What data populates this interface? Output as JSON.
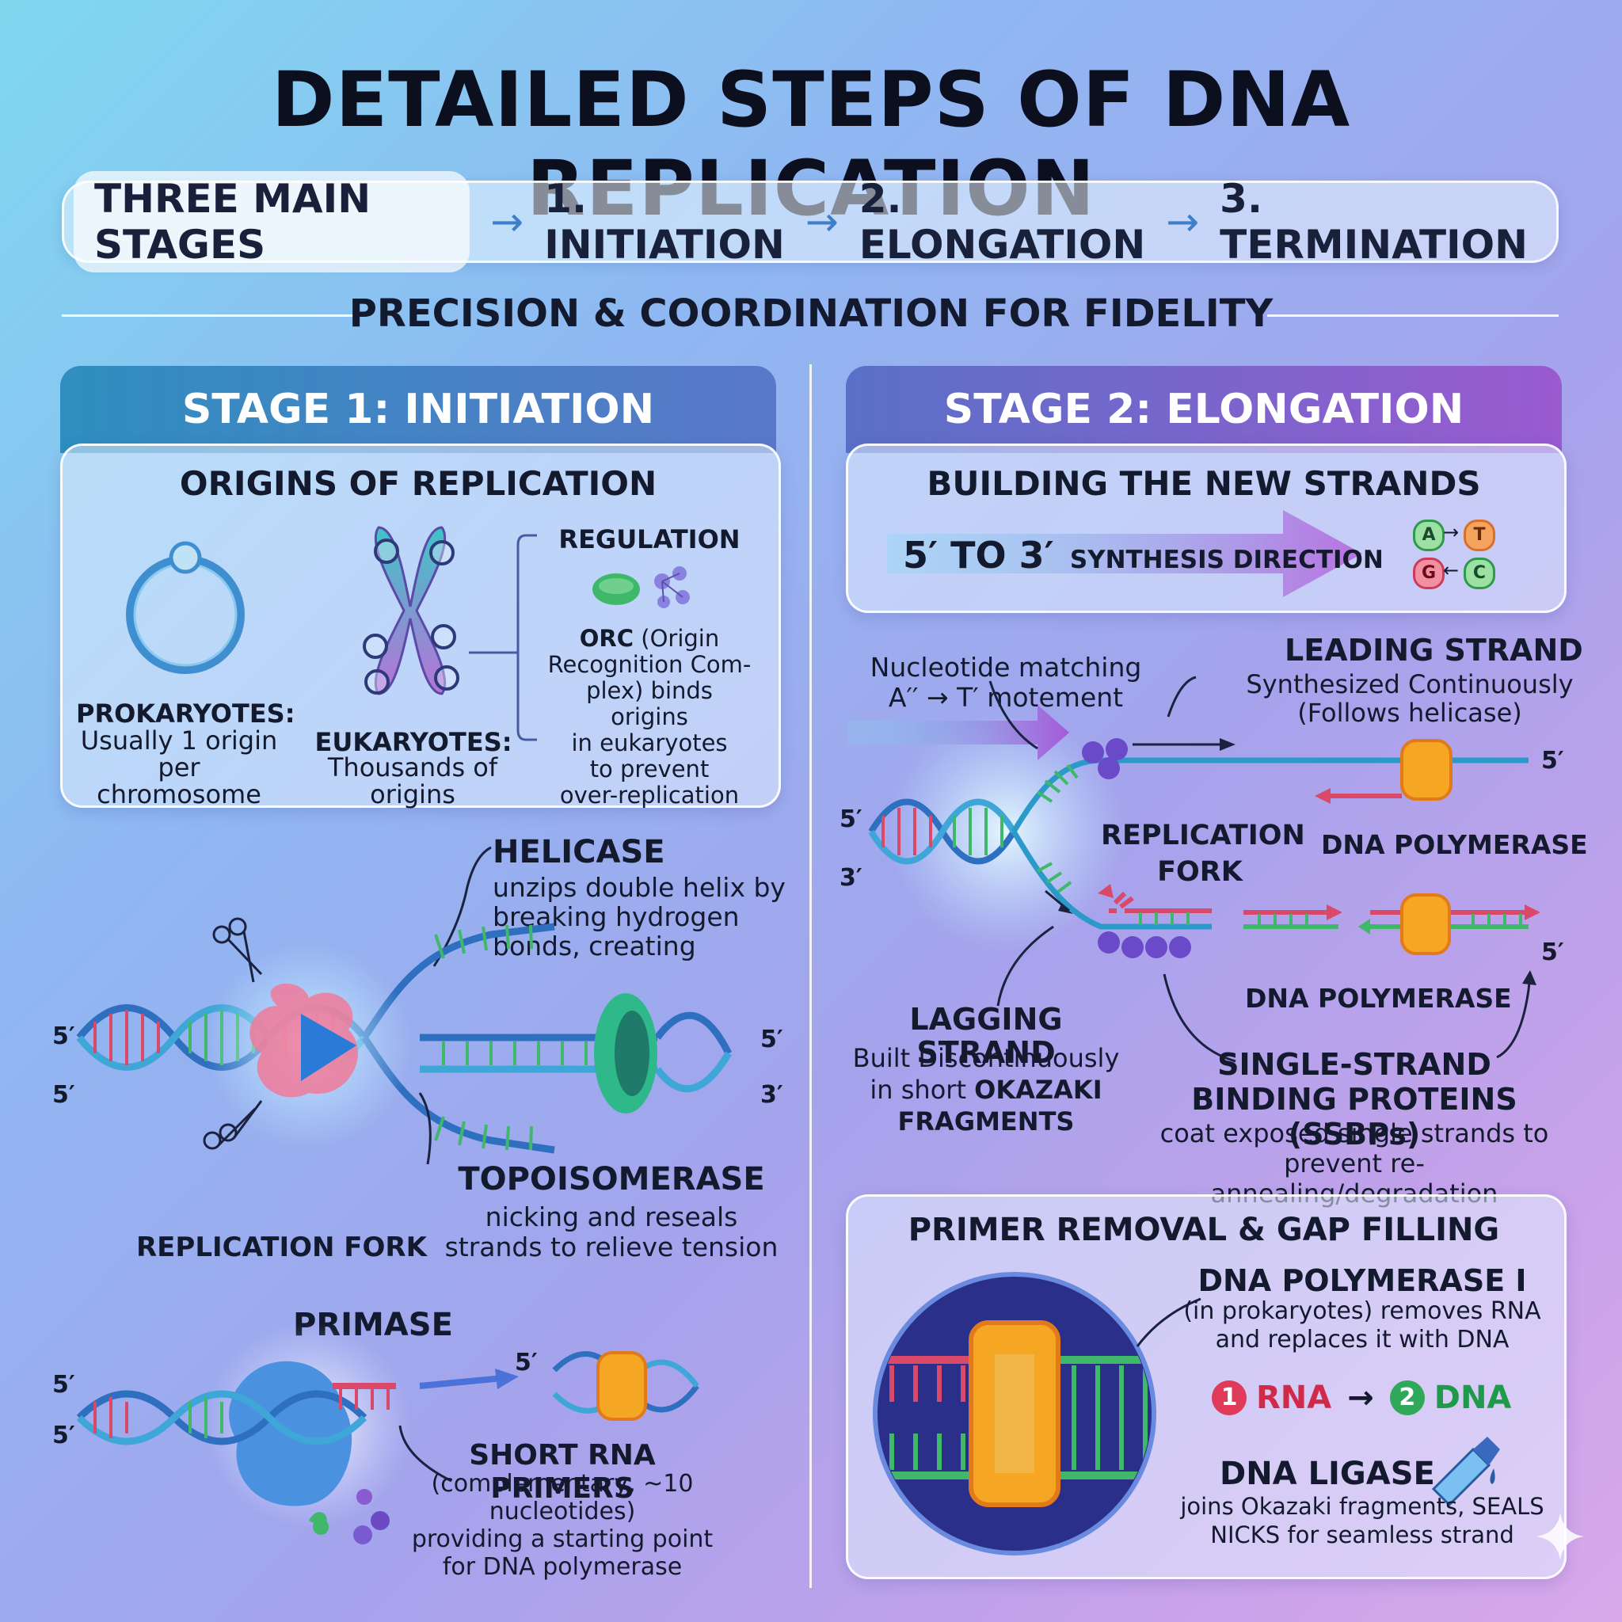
{
  "title": "DETAILED STEPS OF DNA REPLICATION",
  "stages_bar": {
    "intro": "THREE MAIN STAGES",
    "arrow": "→",
    "stage1": "1. INITIATION",
    "stage2": "2. ELONGATION",
    "stage3": "3. TERMINATION"
  },
  "subtitle": "PRECISION & COORDINATION FOR FIDELITY",
  "stage1": {
    "header": "STAGE 1: INITIATION",
    "origins": {
      "heading": "ORIGINS OF REPLICATION",
      "prokaryotes_title": "PROKARYOTES:",
      "prokaryotes_l1": "Usually 1 origin",
      "prokaryotes_l2": "per chromosome",
      "eukaryotes_title": "EUKARYOTES:",
      "eukaryotes_l1": "Thousands of origins",
      "regulation": "REGULATION",
      "orc_bold": "ORC",
      "orc_l1": "(Origin",
      "orc_l2": "Recognition Com-",
      "orc_l3": "plex) binds origins",
      "orc_l4": "in eukaryotes",
      "orc_l5": "to prevent",
      "orc_l6": "over-replication"
    },
    "helicase": {
      "title": "HELICASE",
      "l1": "unzips double helix by",
      "l2": "breaking hydrogen",
      "l3": "bonds, creating"
    },
    "strand_labels": {
      "five": "5′",
      "three": "3′"
    },
    "replication_fork": "REPLICATION FORK",
    "topoisomerase": {
      "title": "TOPOISOMERASE",
      "l1": "nicking and reseals",
      "l2": "strands to relieve tension"
    },
    "primase": {
      "title": "PRIMASE",
      "primers_title": "SHORT RNA PRIMERS",
      "l1": "(complementary, ~10 nucleotides)",
      "l2": "providing a starting point",
      "l3": "for DNA polymerase"
    }
  },
  "stage2": {
    "header": "STAGE 2: ELONGATION",
    "building": {
      "heading": "BUILDING THE NEW STRANDS",
      "direction_big": "5′ TO 3′",
      "direction_small": "SYNTHESIS DIRECTION",
      "base_a": "A",
      "base_t": "T",
      "base_g": "G",
      "base_c": "C",
      "arrow_right": "→",
      "arrow_left": "←"
    },
    "nucleotide_l1": "Nucleotide matching",
    "nucleotide_l2": "A′′ → T′ motement",
    "leading": {
      "title": "LEADING STRAND",
      "l1": "Synthesized Continuously",
      "l2": "(Follows helicase)"
    },
    "fork_l1": "REPLICATION",
    "fork_l2": "FORK",
    "dna_polymerase": "DNA POLYMERASE",
    "lagging": {
      "title": "LAGGING STRAND",
      "l1": "Built Discontinuously",
      "l2a": "in short ",
      "l2b": "OKAZAKI",
      "l3": "FRAGMENTS"
    },
    "ssbp": {
      "title1": "SINGLE-STRAND",
      "title2": "BINDING PROTEINS (SSBPs)",
      "l1": "coat exposed single strands to",
      "l2": "prevent re-annealing/degradation"
    },
    "primer_removal": {
      "heading": "PRIMER REMOVAL & GAP FILLING",
      "pol1_title": "DNA POLYMERASE I",
      "pol1_l1": "(in prokaryotes) removes RNA",
      "pol1_l2": "and replaces it with DNA",
      "step1_num": "1",
      "step1": "RNA",
      "step2_num": "2",
      "step2": "DNA",
      "ligase_title": "DNA LIGASE",
      "ligase_l1": "joins Okazaki fragments, SEALS",
      "ligase_l2": "NICKS for seamless strand"
    }
  }
}
